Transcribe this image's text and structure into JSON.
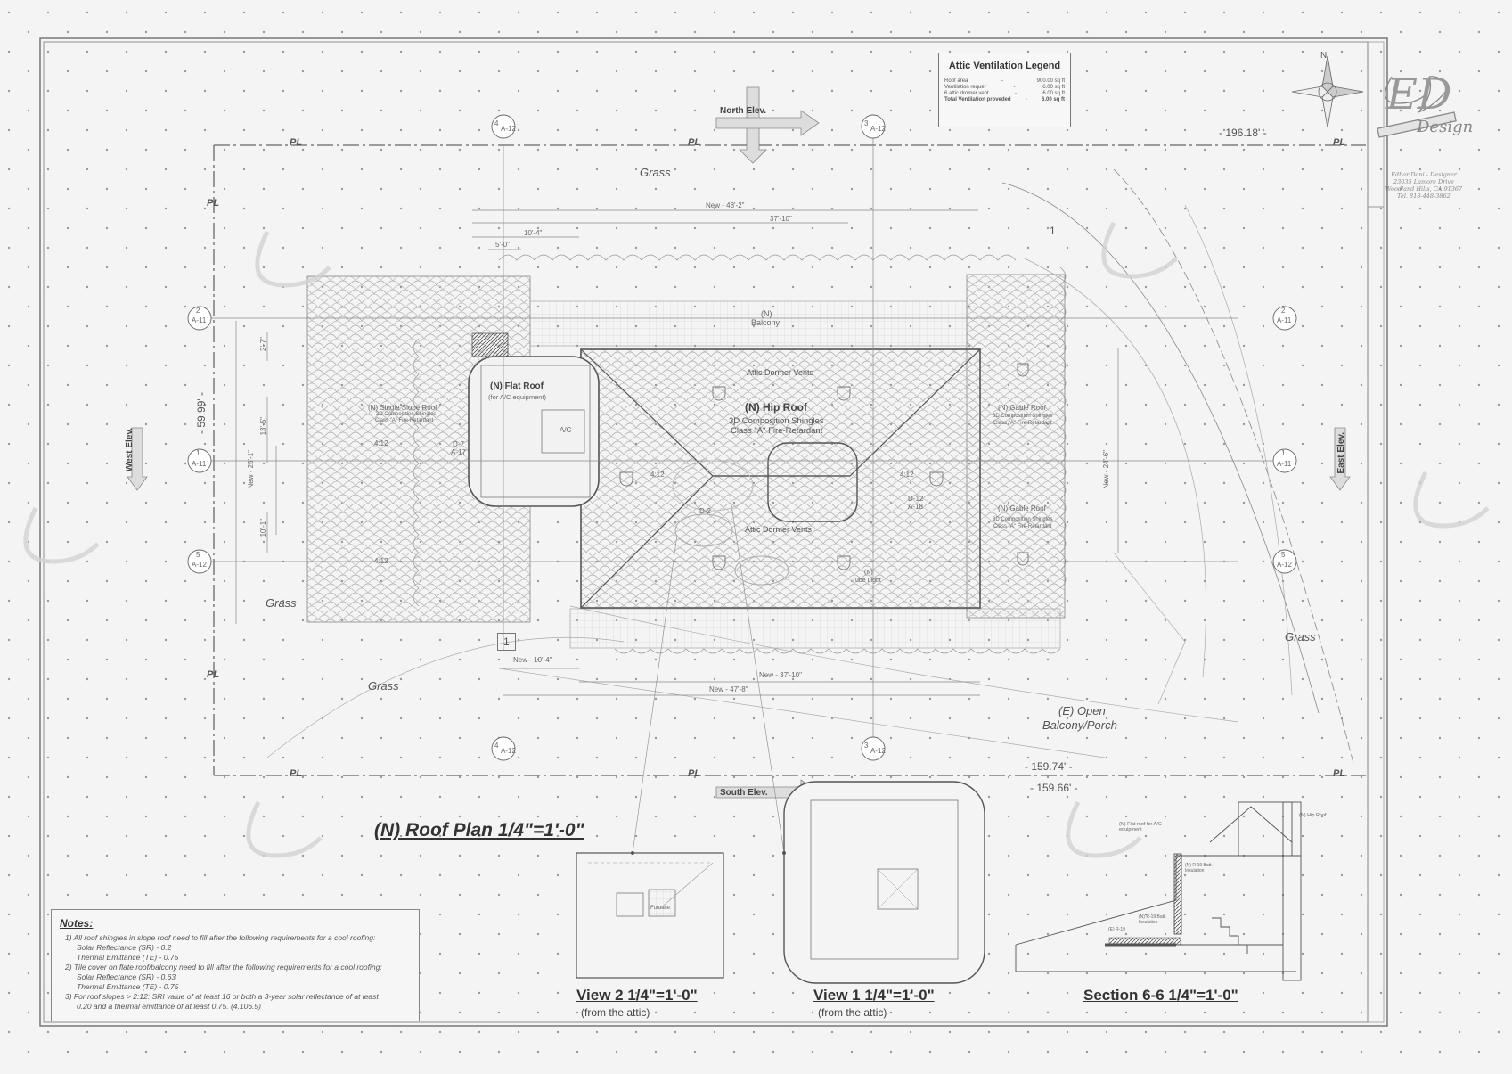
{
  "legend": {
    "title": "Attic Ventilation Legend",
    "rows": [
      {
        "label": "Roof area",
        "sep": "-",
        "value": "900.00 sq ft"
      },
      {
        "label": "Ventilation requer",
        "sep": "-",
        "value": "6.00 sq ft"
      },
      {
        "label": "",
        "sep": "",
        "value": ""
      },
      {
        "label": "6 attic dromer vent",
        "sep": "-",
        "value": "6.00 sq ft"
      },
      {
        "label": "Total Ventilation proveded",
        "sep": "-",
        "value": "6.00 sq ft"
      }
    ]
  },
  "title_block": {
    "logo_main": "ED",
    "logo_sub": "Design",
    "designer_lines": [
      "Edbar Doni - Designer",
      "23035 Lamore Drive",
      "Woodland Hills, CA 91367",
      "Tel. 818-448-3862"
    ]
  },
  "compass": {
    "north": "N"
  },
  "plan": {
    "title": "(N) Roof Plan   1/4\"=1'-0\"",
    "elevations": {
      "north": "North Elev.",
      "south": "South Elev.",
      "west": "West Elev.",
      "east": "East Elev."
    },
    "property_line": "PL",
    "dims": {
      "top_length": "- 196.18' -",
      "bottom_length_1": "- 159.74' -",
      "bottom_length_2": "- 159.66' -",
      "side_width": "- 59.99' -",
      "new_48_2": "New - 48'-2\"",
      "d_37_10": "37'-10\"",
      "d_10_4": "10'-4\"",
      "d_5_0": "5'-0\"",
      "new_10_4": "New - 10'-4\"",
      "new_37_10": "New - 37'-10\"",
      "new_47_8": "New - 47'-8\"",
      "d_2_7": "2'-7\"",
      "d_13_5": "13'-5\"",
      "new_25_1": "New - 25'-1\"",
      "d_10_1": "10'-1\"",
      "new_24_6": "New - 24'-6\""
    },
    "labels": {
      "grass_top": "Grass",
      "grass_left": "Grass",
      "grass_bottom": "Grass",
      "grass_right": "Grass",
      "balcony_1": "(N)",
      "balcony_2": "Balcony",
      "flat_roof_1": "(N) Flat Roof",
      "flat_roof_2": "(for A/C equipment)",
      "ac": "A/C",
      "single_slope_1": "(N) Single Slope Roof",
      "single_slope_2": "3D Composition Shingles",
      "single_slope_3": "Class \"A\" Fire-Retardant",
      "hip_1": "(N) Hip Roof",
      "hip_2": "3D Composition Shingles",
      "hip_3": "Class \"A\" Fire-Retardant",
      "dormer_top": "Attic Dormer Vents",
      "dormer_bottom": "Attic Dormer Vents",
      "gable1_1": "(N) Gable Roof",
      "gable1_2": "3D Composition Shingles",
      "gable1_3": "Class \"A\" Fire-Retardant",
      "gable2_1": "(N) Gable Roof",
      "gable2_2": "3D Composition Shingles",
      "gable2_3": "Class \"A\" Fire-Retardant",
      "tube_1": "(N)",
      "tube_2": "Tube Light",
      "porch_1": "(E) Open",
      "porch_2": "Balcony/Porch",
      "slope": "4:12",
      "d7": "D-7",
      "a17": "A-17",
      "d12": "D-12",
      "a18": "A-18",
      "d2": "D-2"
    },
    "markers": {
      "a11": "A-11",
      "a12": "A-12",
      "n1": "1",
      "n2": "2",
      "n3": "3",
      "n4": "4",
      "n5": "5"
    }
  },
  "notes": {
    "title": "Notes:",
    "lines": [
      "1)   All roof shingles in slope roof need to fill after the following requirements for a cool roofing:",
      "Solar Reflectance  (SR) - 0.2",
      "Thermal Emittance (TE) - 0.75",
      "2)   Tile cover on flate roof/balcony need to fill after the following requirements for a cool roofing:",
      "Solar Reflectance  (SR) - 0.63",
      "Thermal Emittance (TE) - 0.75",
      "3)   For roof slopes > 2:12: SRI value of at least 16 or both a 3-year solar reflectance of at least",
      "0.20 and a thermal emittance of at least 0.75.      (4.106.5)"
    ]
  },
  "views": {
    "view2": {
      "title": "View 2   1/4\"=1'-0\"",
      "sub": "(from the attic)",
      "furnace": "Furnace"
    },
    "view1": {
      "title": "View 1   1/4\"=1'-0\"",
      "sub": "(from the attic)"
    },
    "section": {
      "title": "Section 6-6   1/4\"=1'-0\"",
      "flat": "(N) Flat roof for A/C equipment",
      "hip": "(N) Hip Roof",
      "r19a": "(N) R-19 Batt. Insulation",
      "r19b": "(N) R-19 Batt. Insulation",
      "er19": "(E) R-19"
    }
  }
}
